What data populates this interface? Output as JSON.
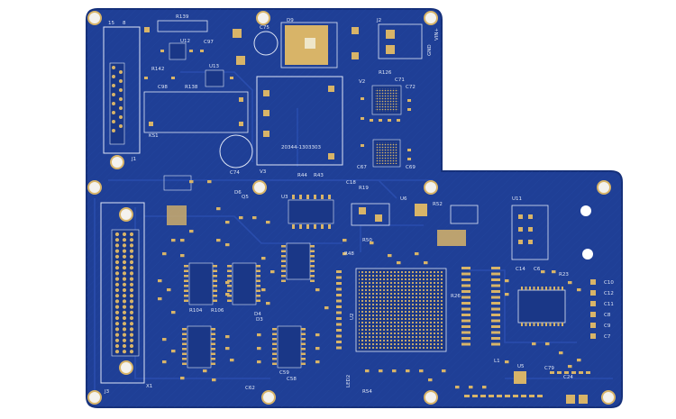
{
  "scene": {
    "description_free": true,
    "board_color": "#1f3f96",
    "board_edge_color": "#15307a",
    "trace_color": "#2b4fb0",
    "pad_color": "#d8b468",
    "silk_color": "#dfe6f5",
    "background": "#ffffff"
  },
  "labels": {
    "r139": "R139",
    "u12": "U12",
    "c97": "C97",
    "u13": "U13",
    "r142": "R142",
    "c98": "C98",
    "r138": "R138",
    "ks1": "KS1",
    "c74": "C74",
    "c75": "C75",
    "d9": "D9",
    "v3": "V3",
    "c71": "C71",
    "r126": "R126",
    "c72": "C72",
    "v2": "V2",
    "c67": "C67",
    "c69": "C69",
    "j2": "J2",
    "gnd": "GND",
    "vin": "VIN+",
    "j1": "J1",
    "j15": "15",
    "j8": "8",
    "j3": "J3",
    "x1": "X1",
    "u11": "U11",
    "u6": "U6",
    "u3": "U3",
    "q5": "Q5",
    "d6": "D6",
    "r44": "R44",
    "r43": "R43",
    "c18": "C18",
    "r19": "R19",
    "c14": "C14",
    "c6": "C6",
    "r23": "R23",
    "c10": "C10",
    "c12": "C12",
    "c11": "C11",
    "c8": "C8",
    "c9": "C9",
    "c7": "C7",
    "r54": "R54",
    "l1": "L1",
    "u5": "U5",
    "c79": "C79",
    "c24": "C24",
    "r26": "R26",
    "r48": "R48",
    "r50": "R50",
    "led2": "LED2",
    "c62": "C62",
    "c59": "C59",
    "c58": "C58",
    "d3": "D3",
    "d4": "D4",
    "r104": "R104",
    "r106": "R106",
    "u2": "U2",
    "r52": "R52",
    "code": "20344-1303303"
  }
}
